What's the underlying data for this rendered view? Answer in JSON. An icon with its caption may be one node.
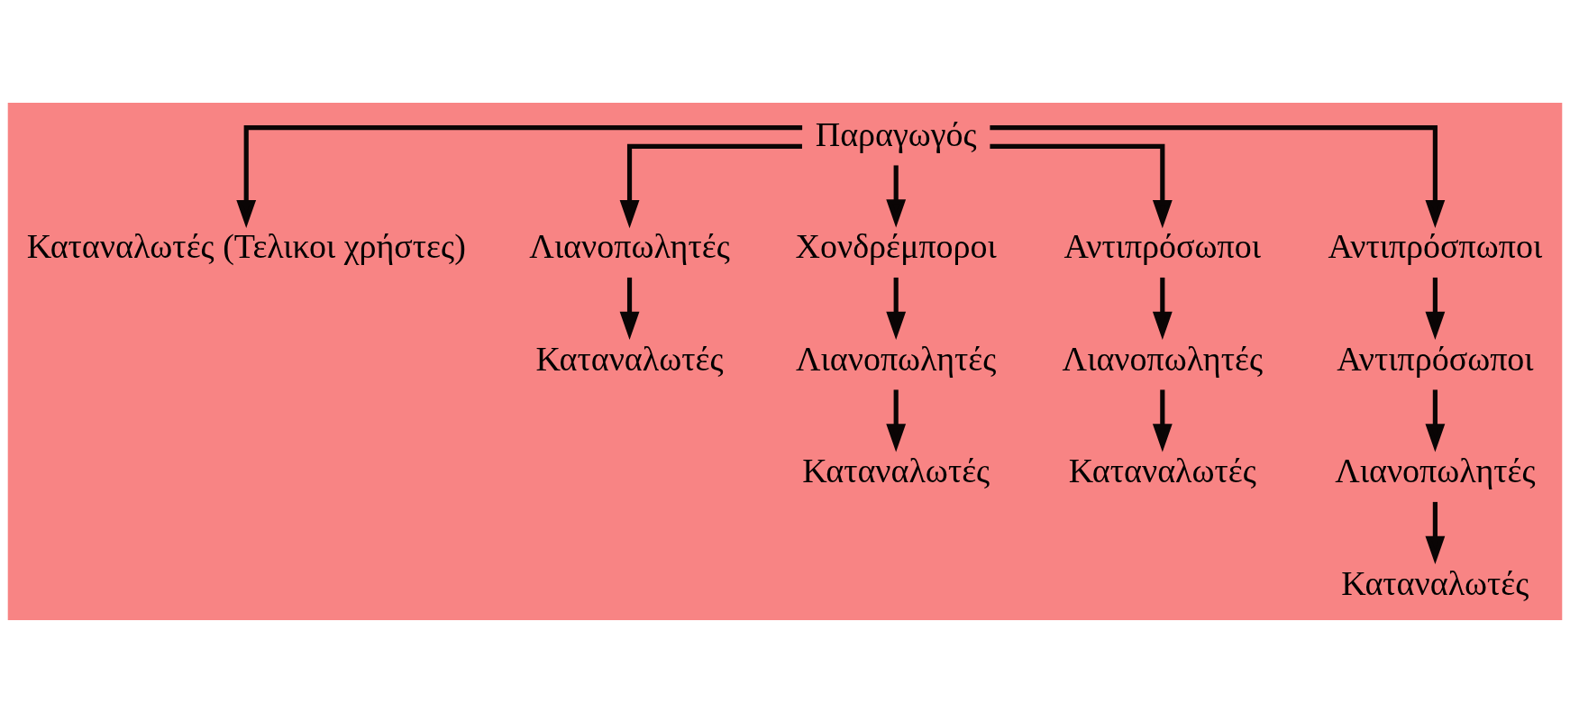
{
  "diagram": {
    "nodes": [
      {
        "text": [
          "Παραγωγός"
        ]
      },
      {
        "text": [
          "Καταναλωτές (Τελικοι χρήστες)"
        ]
      },
      {
        "text": [
          "Λιανοπωλητές"
        ]
      },
      {
        "text": [
          "Χονδρέμποροι"
        ]
      },
      {
        "text": [
          "Αντιπρόσωποι"
        ]
      },
      {
        "text": [
          "Αντιπρόσπωποι"
        ]
      },
      {
        "text": [
          "Καταναλωτές"
        ]
      },
      {
        "text": [
          "Λιανοπωλητές"
        ]
      },
      {
        "text": [
          "Λιανοπωλητές"
        ]
      },
      {
        "text": [
          "Αντιπρόσωποι"
        ]
      },
      {
        "text": [
          "Καταναλωτές"
        ]
      },
      {
        "text": [
          "Καταναλωτές"
        ]
      },
      {
        "text": [
          "Λιανοπωλητές"
        ]
      },
      {
        "text": [
          "Καταναλωτές"
        ]
      }
    ],
    "edges": [
      {
        "from": 0,
        "to": 1,
        "arrow": "to"
      },
      {
        "from": 0,
        "to": 2,
        "arrow": "to"
      },
      {
        "from": 0,
        "to": 3,
        "arrow": "to"
      },
      {
        "from": 0,
        "to": 4,
        "arrow": "to"
      },
      {
        "from": 0,
        "to": 5,
        "arrow": "to"
      },
      {
        "from": 2,
        "to": 6,
        "arrow": "to"
      },
      {
        "from": 3,
        "to": 7,
        "arrow": "to"
      },
      {
        "from": 4,
        "to": 8,
        "arrow": "to"
      },
      {
        "from": 5,
        "to": 9,
        "arrow": "to"
      },
      {
        "from": 7,
        "to": 10,
        "arrow": "to"
      },
      {
        "from": 8,
        "to": 11,
        "arrow": "to"
      },
      {
        "from": 9,
        "to": 12,
        "arrow": "to"
      },
      {
        "from": 12,
        "to": 13,
        "arrow": "to"
      }
    ]
  }
}
